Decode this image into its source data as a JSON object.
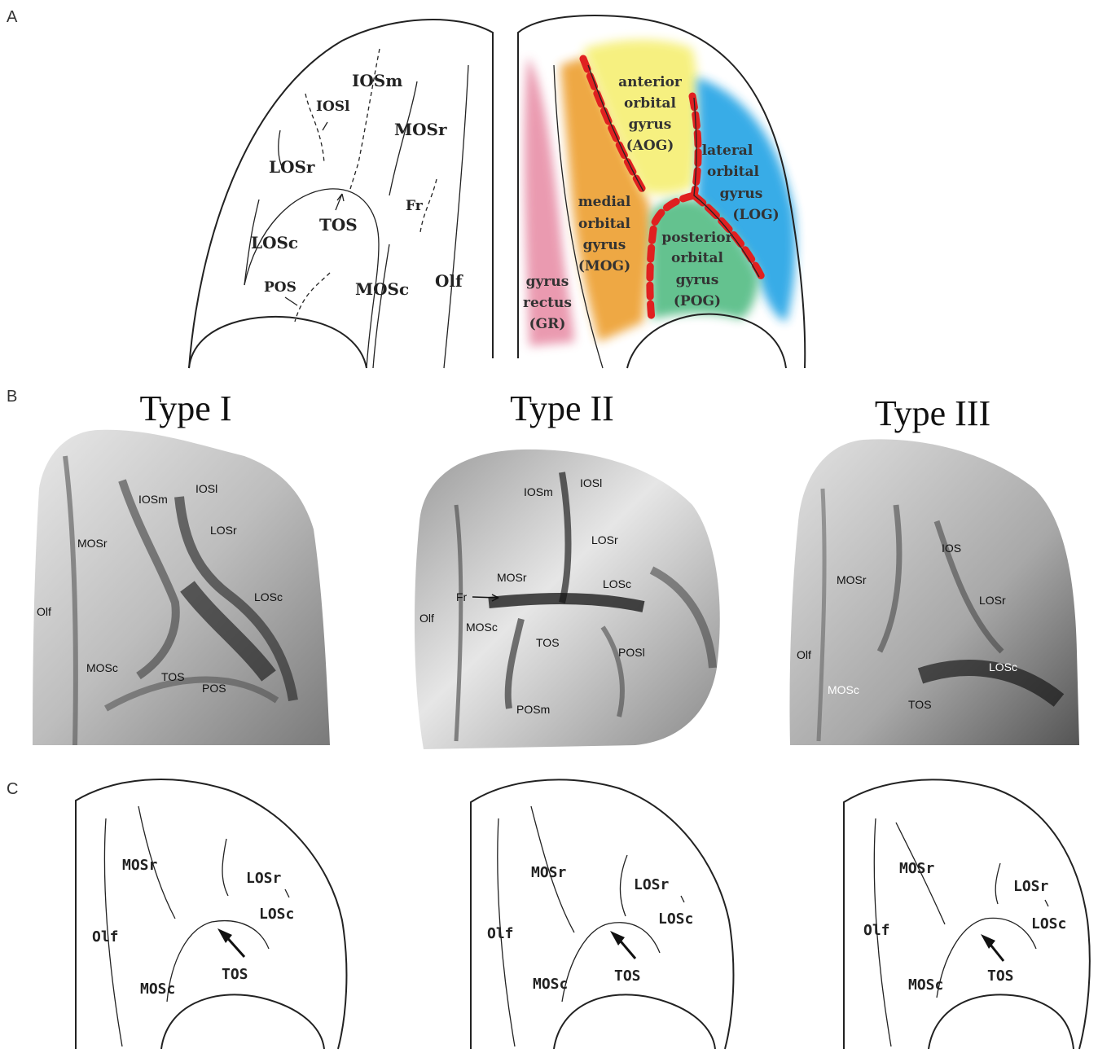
{
  "panels": {
    "a": {
      "letter": "A"
    },
    "b": {
      "letter": "B"
    },
    "c": {
      "letter": "C"
    }
  },
  "panel_a": {
    "sulci_labels": {
      "iosm": "IOSm",
      "iosl": "IOSl",
      "mosr": "MOSr",
      "losr": "LOSr",
      "fr": "Fr",
      "tos": "TOS",
      "losc": "LOSc",
      "pos": "POS",
      "mosc": "MOSc",
      "olf": "Olf"
    },
    "gyri": {
      "aog": {
        "line1": "anterior",
        "line2": "orbital",
        "line3": "gyrus",
        "line4": "(AOG)",
        "color": "#f6f07a"
      },
      "log": {
        "line1": "lateral",
        "line2": "orbital",
        "line3": "gyrus",
        "line4": "(LOG)",
        "color": "#2ea8e6"
      },
      "mog": {
        "line1": "medial",
        "line2": "orbital",
        "line3": "gyrus",
        "line4": "(MOG)",
        "color": "#eea43a"
      },
      "pog": {
        "line1": "posterior",
        "line2": "orbital",
        "line3": "gyrus",
        "line4": "(POG)",
        "color": "#5cbf8a"
      },
      "gr": {
        "line1": "gyrus",
        "line2": "rectus",
        "line3": "(GR)",
        "color": "#e890a8"
      }
    },
    "boundary_color": "#e02020"
  },
  "panel_b": {
    "type1": {
      "title": "Type I",
      "labels": {
        "iosm": "IOSm",
        "iosl": "IOSl",
        "mosr": "MOSr",
        "losr": "LOSr",
        "losc": "LOSc",
        "olf": "Olf",
        "mosc": "MOSc",
        "tos": "TOS",
        "pos": "POS"
      }
    },
    "type2": {
      "title": "Type II",
      "labels": {
        "iosm": "IOSm",
        "iosl": "IOSl",
        "losr": "LOSr",
        "mosr": "MOSr",
        "fr": "Fr",
        "losc": "LOSc",
        "olf": "Olf",
        "mosc": "MOSc",
        "tos": "TOS",
        "posl": "POSl",
        "posm": "POSm"
      }
    },
    "type3": {
      "title": "Type III",
      "labels": {
        "ios": "IOS",
        "mosr": "MOSr",
        "losr": "LOSr",
        "olf": "Olf",
        "losc": "LOSc",
        "mosc": "MOSc",
        "tos": "TOS"
      }
    }
  },
  "panel_c": {
    "type1": {
      "mosr": "MOSr",
      "losr": "LOSr",
      "losc": "LOSc",
      "olf": "Olf",
      "tos": "TOS",
      "mosc": "MOSc"
    },
    "type2": {
      "mosr": "MOSr",
      "losr": "LOSr",
      "losc": "LOSc",
      "olf": "Olf",
      "tos": "TOS",
      "mosc": "MOSc"
    },
    "type3": {
      "mosr": "MOSr",
      "losr": "LOSr",
      "losc": "LOSc",
      "olf": "Olf",
      "tos": "TOS",
      "mosc": "MOSc"
    }
  }
}
